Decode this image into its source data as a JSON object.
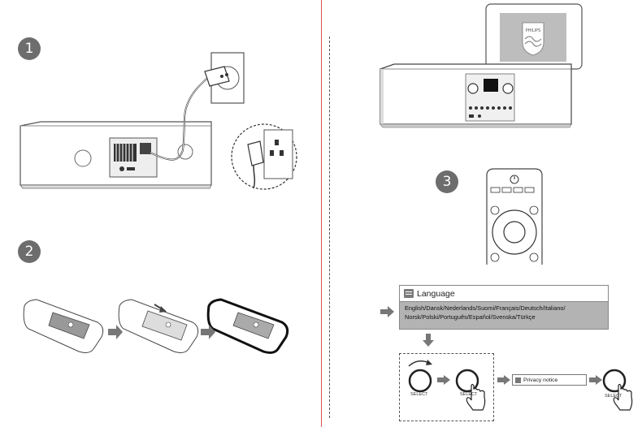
{
  "steps": {
    "step1": "1",
    "step2": "2",
    "step3": "3"
  },
  "product": {
    "brand": "PHILIPS"
  },
  "language_menu": {
    "title": "Language",
    "line1": "English/Dansk/Nederlands/Suomi/Français/Deutsch/Italiano/",
    "line2": "Norsk/Polski/Português/Español/Svenska/Türkçe"
  },
  "privacy": {
    "label": "Privacy notice"
  },
  "select_label": "SELECT",
  "colors": {
    "divider": "#d9534f",
    "step_badge": "#6d6d6d",
    "arrow": "#777777",
    "language_body": "#b3b3b3"
  }
}
